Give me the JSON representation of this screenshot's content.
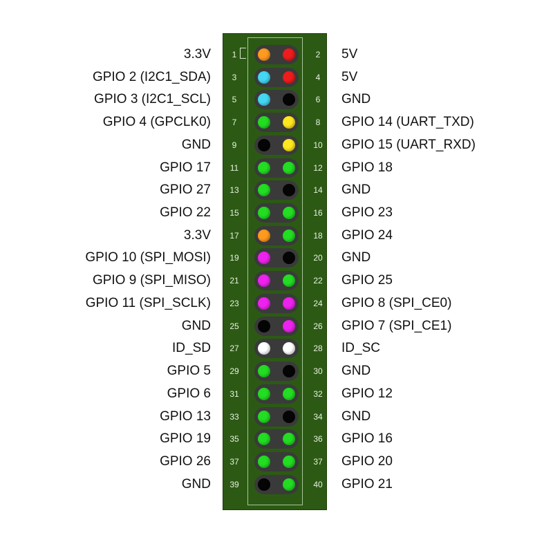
{
  "header": {
    "rows": [
      {
        "odd_num": "1",
        "odd_label": "3.3V",
        "odd_type": "power33",
        "even_num": "2",
        "even_label": "5V",
        "even_type": "power5"
      },
      {
        "odd_num": "3",
        "odd_label": "GPIO 2 (I2C1_SDA)",
        "odd_type": "i2c",
        "even_num": "4",
        "even_label": "5V",
        "even_type": "power5"
      },
      {
        "odd_num": "5",
        "odd_label": "GPIO 3 (I2C1_SCL)",
        "odd_type": "i2c",
        "even_num": "6",
        "even_label": "GND",
        "even_type": "ground"
      },
      {
        "odd_num": "7",
        "odd_label": "GPIO 4 (GPCLK0)",
        "odd_type": "gpio",
        "even_num": "8",
        "even_label": "GPIO 14 (UART_TXD)",
        "even_type": "uart"
      },
      {
        "odd_num": "9",
        "odd_label": "GND",
        "odd_type": "ground",
        "even_num": "10",
        "even_label": "GPIO 15 (UART_RXD)",
        "even_type": "uart"
      },
      {
        "odd_num": "11",
        "odd_label": "GPIO 17",
        "odd_type": "gpio",
        "even_num": "12",
        "even_label": "GPIO 18",
        "even_type": "gpio"
      },
      {
        "odd_num": "13",
        "odd_label": "GPIO 27",
        "odd_type": "gpio",
        "even_num": "14",
        "even_label": "GND",
        "even_type": "ground"
      },
      {
        "odd_num": "15",
        "odd_label": "GPIO 22",
        "odd_type": "gpio",
        "even_num": "16",
        "even_label": "GPIO 23",
        "even_type": "gpio"
      },
      {
        "odd_num": "17",
        "odd_label": "3.3V",
        "odd_type": "power33",
        "even_num": "18",
        "even_label": "GPIO 24",
        "even_type": "gpio"
      },
      {
        "odd_num": "19",
        "odd_label": "GPIO 10 (SPI_MOSI)",
        "odd_type": "spi",
        "even_num": "20",
        "even_label": "GND",
        "even_type": "ground"
      },
      {
        "odd_num": "21",
        "odd_label": "GPIO 9 (SPI_MISO)",
        "odd_type": "spi",
        "even_num": "22",
        "even_label": "GPIO 25",
        "even_type": "gpio"
      },
      {
        "odd_num": "23",
        "odd_label": "GPIO 11 (SPI_SCLK)",
        "odd_type": "spi",
        "even_num": "24",
        "even_label": "GPIO 8 (SPI_CE0)",
        "even_type": "spi"
      },
      {
        "odd_num": "25",
        "odd_label": "GND",
        "odd_type": "ground",
        "even_num": "26",
        "even_label": "GPIO 7 (SPI_CE1)",
        "even_type": "spi"
      },
      {
        "odd_num": "27",
        "odd_label": "ID_SD",
        "odd_type": "id",
        "even_num": "28",
        "even_label": "ID_SC",
        "even_type": "id"
      },
      {
        "odd_num": "29",
        "odd_label": "GPIO 5",
        "odd_type": "gpio",
        "even_num": "30",
        "even_label": "GND",
        "even_type": "ground"
      },
      {
        "odd_num": "31",
        "odd_label": "GPIO 6",
        "odd_type": "gpio",
        "even_num": "32",
        "even_label": "GPIO 12",
        "even_type": "gpio"
      },
      {
        "odd_num": "33",
        "odd_label": "GPIO 13",
        "odd_type": "gpio",
        "even_num": "34",
        "even_label": "GND",
        "even_type": "ground"
      },
      {
        "odd_num": "35",
        "odd_label": "GPIO 19",
        "odd_type": "gpio",
        "even_num": "36",
        "even_label": "GPIO 16",
        "even_type": "gpio"
      },
      {
        "odd_num": "37",
        "odd_label": "GPIO 26",
        "odd_type": "gpio",
        "even_num": "37",
        "even_label": "GPIO 20",
        "even_type": "gpio"
      },
      {
        "odd_num": "39",
        "odd_label": "GND",
        "odd_type": "ground",
        "even_num": "40",
        "even_label": "GPIO 21",
        "even_type": "gpio"
      }
    ]
  },
  "colors": {
    "power33": "#ff9a1f",
    "power5": "#ee1c1c",
    "i2c": "#44d6f2",
    "uart": "#ffe81e",
    "spi": "#ee22ee",
    "gpio": "#22dd22",
    "ground": "#050505",
    "id": "#ffffff",
    "board": "#2c5a14",
    "pin_pair": "#3a3a3a"
  }
}
